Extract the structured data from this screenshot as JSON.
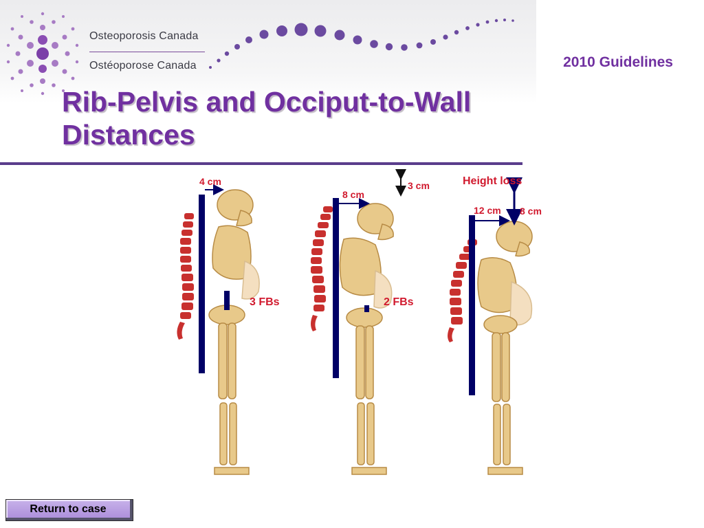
{
  "header": {
    "org_name_en": "Osteoporosis Canada",
    "org_name_fr": "Ostéoporose Canada",
    "guidelines": "2010 Guidelines"
  },
  "slide": {
    "title": "Rib-Pelvis and Occiput-to-Wall Distances"
  },
  "figure": {
    "labels": {
      "occiput_1": "4 cm",
      "occiput_2": "8 cm",
      "height_loss_2": "3 cm",
      "height_loss_title": "Height loss",
      "occiput_3": "12 cm",
      "height_loss_3": "8 cm",
      "rib_pelvis_1": "3 FBs",
      "rib_pelvis_2": "2 FBs"
    },
    "colors": {
      "wall": "#000066",
      "spine": "#c8302e",
      "label": "#d11a2e",
      "bone": "#e8c98a"
    }
  },
  "footer": {
    "return_label": "Return to case"
  },
  "theme": {
    "accent": "#7030a0",
    "rule": "#5a3d8c",
    "button": "#b9a0e2"
  }
}
